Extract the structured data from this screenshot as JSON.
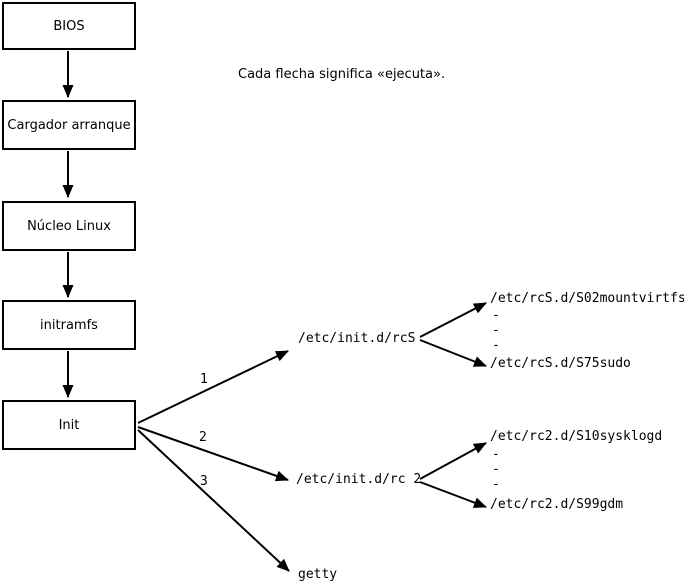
{
  "diagram": {
    "annotation": "Cada flecha significa «ejecuta».",
    "boot_chain": [
      {
        "label": "BIOS"
      },
      {
        "label": "Cargador arranque"
      },
      {
        "label": "Núcleo Linux"
      },
      {
        "label": "initramfs"
      },
      {
        "label": "Init"
      }
    ],
    "init_branches": [
      {
        "number": "1",
        "target": "/etc/init.d/rcS"
      },
      {
        "number": "2",
        "target": "/etc/init.d/rc 2"
      },
      {
        "number": "3",
        "target": "getty"
      }
    ],
    "rcs_scripts": {
      "first": "/etc/rcS.d/S02mountvirtfs",
      "dashes": [
        "-",
        "-",
        "-"
      ],
      "last": "/etc/rcS.d/S75sudo"
    },
    "rc2_scripts": {
      "first": "/etc/rc2.d/S10sysklogd",
      "dashes": [
        "-",
        "-",
        "-"
      ],
      "last": "/etc/rc2.d/S99gdm"
    },
    "colors": {
      "line": "#000000",
      "background": "#ffffff"
    }
  }
}
